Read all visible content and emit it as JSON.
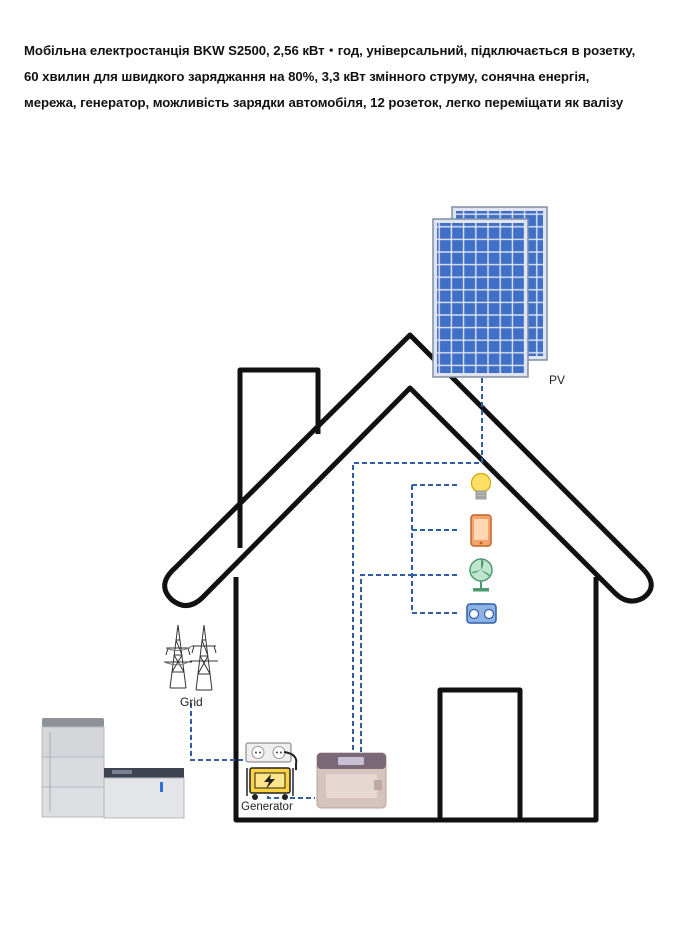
{
  "title_lines": [
    "Мобільна електростанція BKW S2500, 2,56 кВт・год, універсальний, підключається в розетку,",
    "60 хвилин для швидкого заряджання на 80%, 3,3 кВт змінного струму, сонячна енергія,",
    "мережа, генератор, можливість зарядки автомобіля, 12 розеток, легко переміщати як валізу"
  ],
  "labels": {
    "pv": "PV",
    "grid": "Grid",
    "generator": "Generator"
  },
  "icons": [
    "solar-panel-icon",
    "lightbulb-icon",
    "smartphone-icon",
    "fan-icon",
    "radio-icon",
    "power-pylon-icon",
    "wall-socket-icon",
    "generator-icon",
    "power-station-icon",
    "battery-stack-icon"
  ],
  "colors": {
    "house_outline": "#111111",
    "wire": "#2f5fa8",
    "panel": "#3f6fc7"
  }
}
